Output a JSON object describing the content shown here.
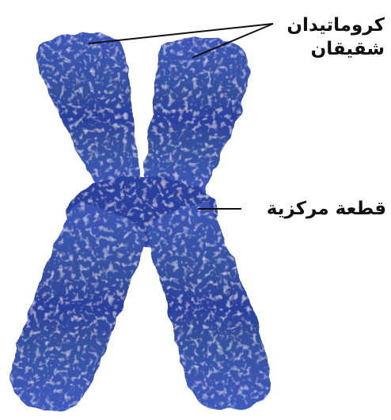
{
  "labels": {
    "sister_chromatids_line1": "كروماتيدان",
    "sister_chromatids_line2": "شقيقان",
    "centromere": "قطعة مركزية"
  },
  "colors": {
    "chromosome_dark": "#2a3f9e",
    "chromosome_mid": "#3d57b8",
    "chromosome_light": "#7f93d8",
    "label_text": "#111111",
    "leader_line": "#111111"
  }
}
